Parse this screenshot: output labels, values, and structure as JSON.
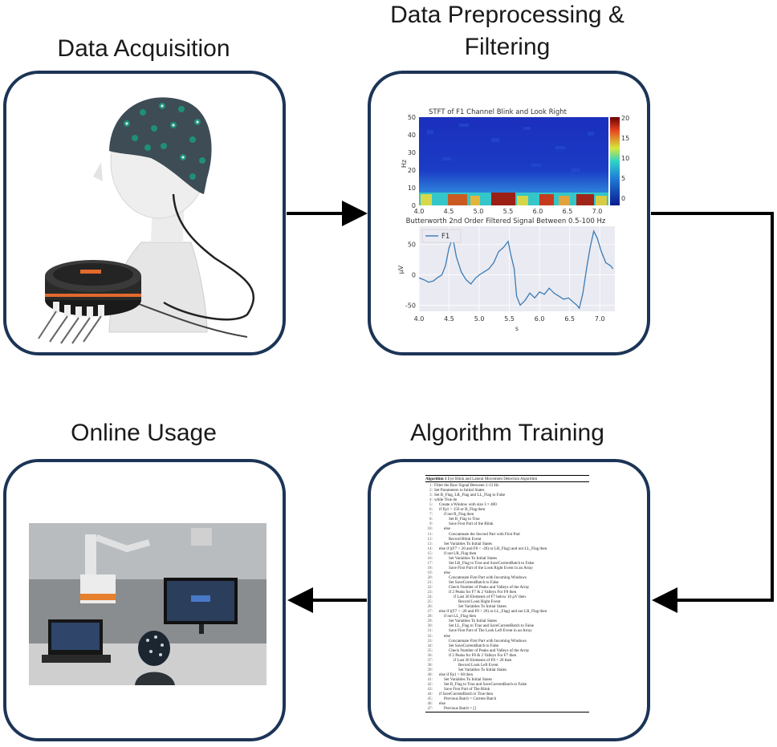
{
  "stages": {
    "acquisition": {
      "title": "Data Acquisition"
    },
    "preprocessing": {
      "title_line1": "Data Preprocessing &",
      "title_line2": "Filtering"
    },
    "training": {
      "title": "Algorithm Training"
    },
    "online": {
      "title": "Online Usage"
    }
  },
  "spectrogram": {
    "title": "STFT of F1 Channel Blink and Look Right",
    "ylabel": "Hz",
    "y_ticks": [
      "50",
      "40",
      "30",
      "20",
      "10",
      "0"
    ],
    "x_ticks": [
      "4.0",
      "4.5",
      "5.0",
      "5.5",
      "6.0",
      "6.5",
      "7.0"
    ],
    "colorbar_ticks": [
      "20",
      "15",
      "10",
      "5",
      "0"
    ]
  },
  "filtered_signal": {
    "title": "Butterworth 2nd Order Filtered Signal Between 0.5-100 Hz",
    "legend": "F1",
    "ylabel": "µV",
    "xlabel": "s",
    "y_ticks": [
      "50",
      "0",
      "-50"
    ],
    "x_ticks": [
      "4.0",
      "4.5",
      "5.0",
      "5.5",
      "6.0",
      "6.5",
      "7.0"
    ]
  },
  "chart_data": {
    "type": "line",
    "title": "Butterworth 2nd Order Filtered Signal Between 0.5-100 Hz",
    "xlabel": "s",
    "ylabel": "µV",
    "xlim": [
      4.0,
      7.25
    ],
    "ylim": [
      -60,
      80
    ],
    "grid": true,
    "legend": "top-left",
    "series": [
      {
        "name": "F1",
        "color": "#3a7bb5",
        "x": [
          4.0,
          4.08,
          4.16,
          4.24,
          4.3,
          4.38,
          4.44,
          4.5,
          4.56,
          4.62,
          4.7,
          4.78,
          4.86,
          4.94,
          5.0,
          5.08,
          5.16,
          5.24,
          5.32,
          5.4,
          5.48,
          5.52,
          5.58,
          5.62,
          5.68,
          5.76,
          5.84,
          5.92,
          6.0,
          6.08,
          6.16,
          6.24,
          6.32,
          6.4,
          6.48,
          6.56,
          6.62,
          6.66,
          6.72,
          6.78,
          6.84,
          6.9,
          6.96,
          7.02,
          7.1,
          7.18,
          7.22
        ],
        "y": [
          -5,
          -8,
          -12,
          -10,
          -5,
          0,
          15,
          45,
          62,
          30,
          5,
          -8,
          -15,
          -5,
          0,
          5,
          10,
          20,
          38,
          45,
          55,
          35,
          10,
          -35,
          -50,
          -42,
          -30,
          -38,
          -28,
          -32,
          -22,
          -30,
          -35,
          -40,
          -38,
          -45,
          -50,
          -55,
          -30,
          10,
          45,
          72,
          60,
          40,
          20,
          15,
          10
        ]
      }
    ]
  },
  "algorithm": {
    "caption_label": "Algorithm 1",
    "caption_text": "Eye Blink and Lateral Movement Detection Algorithm",
    "lines": [
      "Filter the Raw Signal Between 1-13 Hz",
      "Set Parameters to Initial States",
      "Set B_Flag, LR_Flag and LL_Flag to False",
      "while True do",
      "  Create a Window with size 3 × 400",
      "  if Fp1 > 150 or B_Flag then",
      "    if not B_Flag then",
      "      Set B_Flag to True",
      "      Save First Part of the Blink",
      "    else",
      "      Concatenate the Second Part with First Part",
      "      Record Blink Event",
      "    Set Variables To Initial States",
      "  else if ((F7 > 20 and F8 < -20) or LR_Flag) and not LL_Flag then",
      "    if not LR_Flag then",
      "      Set Variables To Initial States",
      "      Set LR_Flag to True and SaveCurrentBatch to False",
      "      Save First Part of the Look Right Event in an Array",
      "    else",
      "      Concatenate First Part with Incoming Windows",
      "      Set SaveCurrentBatch to False",
      "      Check Number of Peaks and Valleys of the Array",
      "      if 2 Peaks for F7 & 2 Valleys For F8 then",
      "        if Last 30 Elements of F7 below 10 µV then",
      "          Record Look Right Event",
      "          Set Variables To Initial States",
      "  else if ((F7 < -20 and F8 > 20) or LL_Flag) and not LR_Flag then",
      "    if not LL_Flag then",
      "      Set Variables To Initial States",
      "      Set LL_Flag to True and SaveCurrentBatch to False",
      "      Save First Part of The Look Left Event in an Array",
      "    else",
      "      Concatenate First Part with Incoming Windows",
      "      Set SaveCurrentBatch to False",
      "      Check Number of Peaks and Valleys of the Array",
      "      if 2 Peaks for F8 & 2 Valleys For F7 then",
      "        if Last 30 Elements of F8 < 20 then",
      "          Record Look Left Event",
      "          Set Variables To Initial States",
      "  else if Fp1 > 60 then",
      "    Set Variables To Initial States",
      "    Set B_Flag to True and SaveCurrentBatch to False",
      "    Save First Part of The Blink",
      "  if SaveCurrentBatch is True then",
      "    Previous Batch = Current Batch",
      "  else",
      "    Previous Batch = []"
    ]
  },
  "colors": {
    "panel_border": "#1c3557",
    "arrow": "#000000",
    "signal": "#3a7bb5"
  }
}
